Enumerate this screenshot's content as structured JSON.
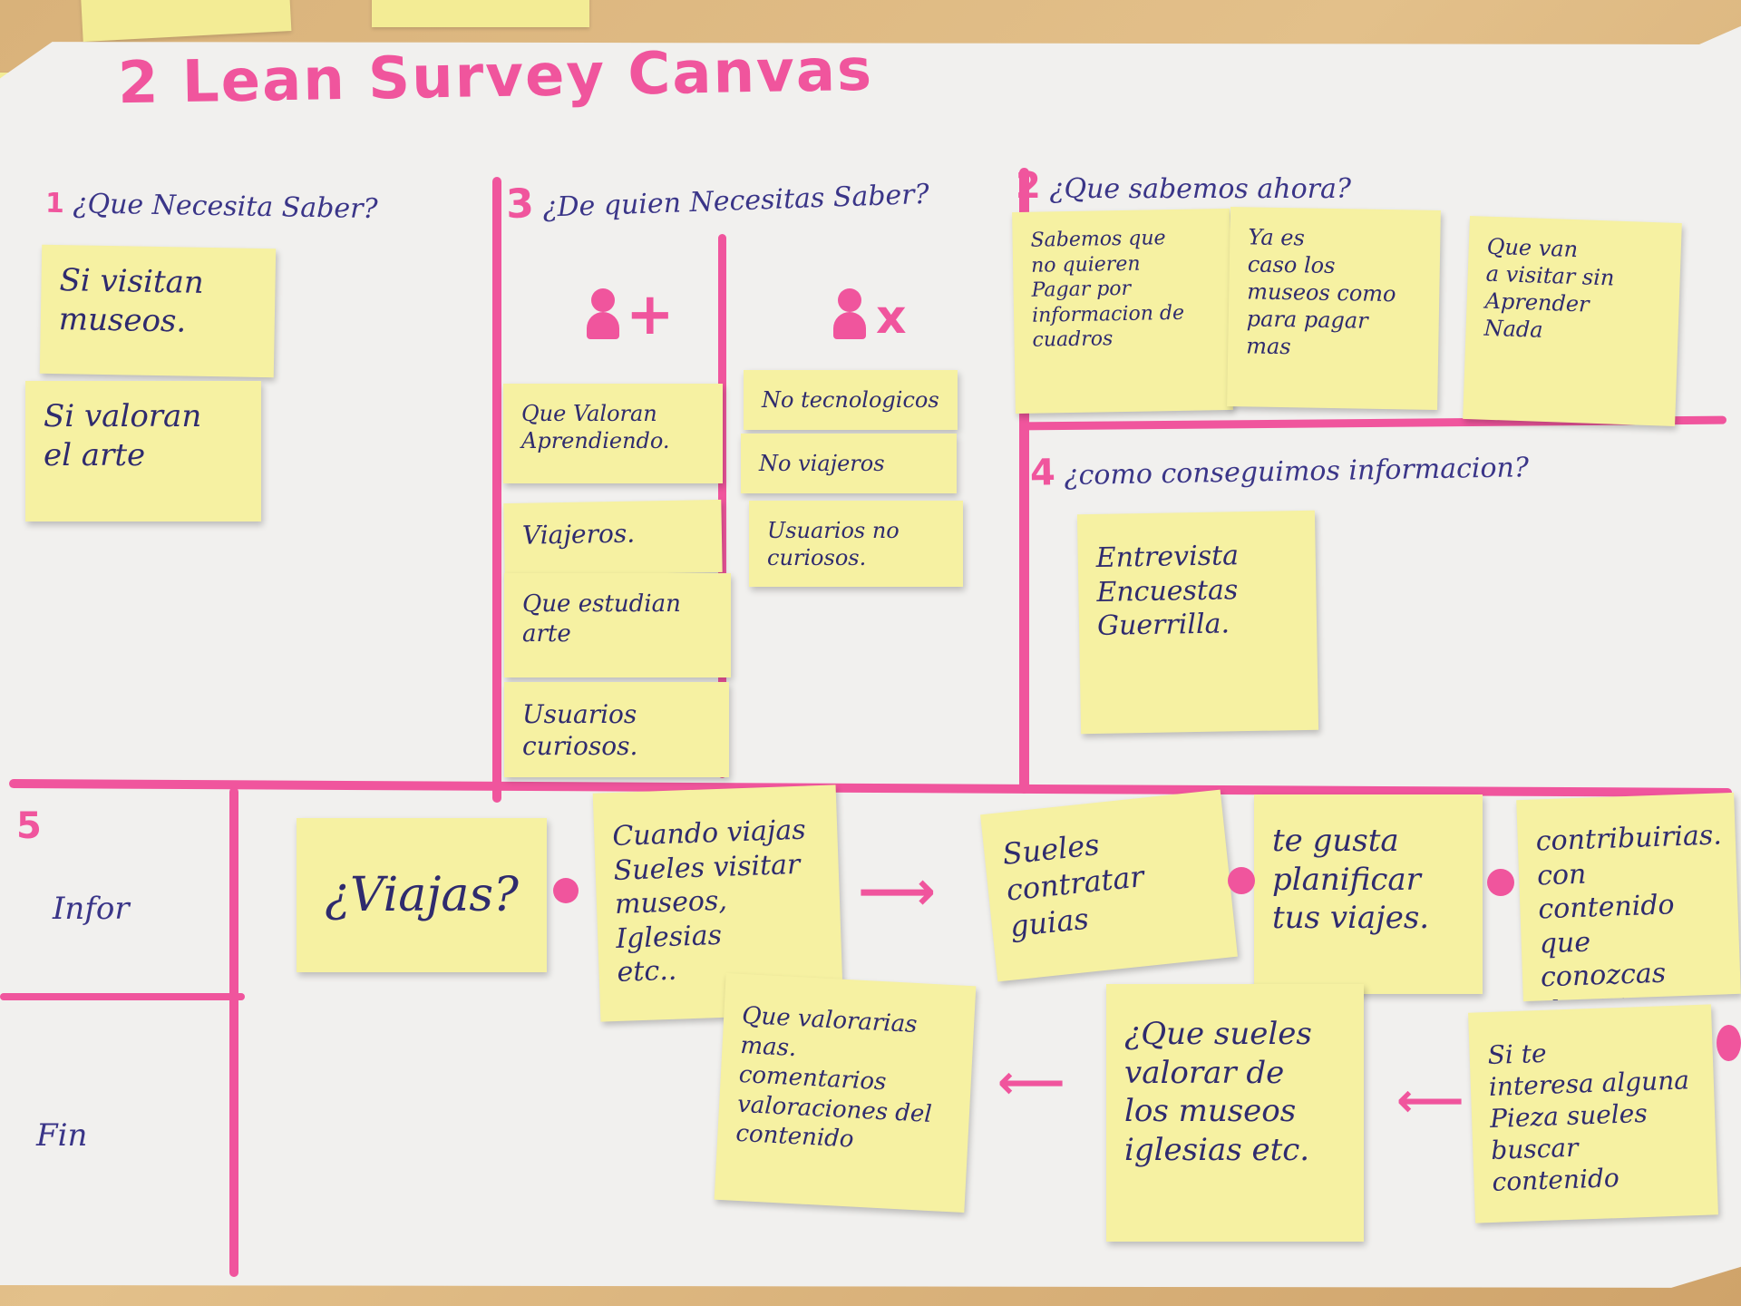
{
  "title": "2 Lean Survey Canvas",
  "sections": {
    "s1": {
      "number": "1",
      "text": "¿Que Necesita Saber?"
    },
    "s3": {
      "number": "3",
      "text": "¿De quien Necesitas Saber?"
    },
    "s2": {
      "number": "2",
      "text": "¿Que sabemos ahora?"
    },
    "s4": {
      "number": "4",
      "text": "¿como conseguimos informacion?"
    },
    "s5": {
      "number": "5"
    }
  },
  "icons": {
    "plus": "+",
    "cross": "x"
  },
  "row_labels": {
    "info": "Infor",
    "fin": "Fin"
  },
  "notes": {
    "need_1": "Si visitan\nmuseos.",
    "need_2": "Si valoran\nel arte",
    "plus_1": "Que Valoran\nAprendiendo.",
    "plus_2": "Viajeros.",
    "plus_3": "Que estudian\narte",
    "plus_4": "Usuarios\ncuriosos.",
    "minus_1": "No tecnologicos",
    "minus_2": "No viajeros",
    "minus_3": "Usuarios no\ncuriosos.",
    "know_1": "Sabemos que\nno quieren\nPagar por\ninformacion de\ncuadros",
    "know_2": "Ya es\ncaso los\nmuseos como\npara pagar\nmas",
    "know_3": "Que van\na visitar sin\nAprender\nNada",
    "how_1": "Entrevista\nEncuestas\nGuerrilla.",
    "flow_1": "¿Viajas?",
    "flow_2": "Cuando viajas\nSueles visitar\nmuseos, Iglesias\netc..",
    "flow_3": "Sueles\ncontratar\nguias",
    "flow_4": "te gusta\nplanificar\ntus viajes.",
    "flow_5": "contribuirias.\ncon contenido\nque conozcas\nde sitios",
    "flow_6": "Si te\ninteresa alguna\nPieza sueles\nbuscar contenido",
    "flow_7": "¿Que sueles\nvalorar de\nlos museos\niglesias etc.",
    "flow_8": "Que valorarias\nmas.\ncomentarios\nvaloraciones del\ncontenido"
  }
}
